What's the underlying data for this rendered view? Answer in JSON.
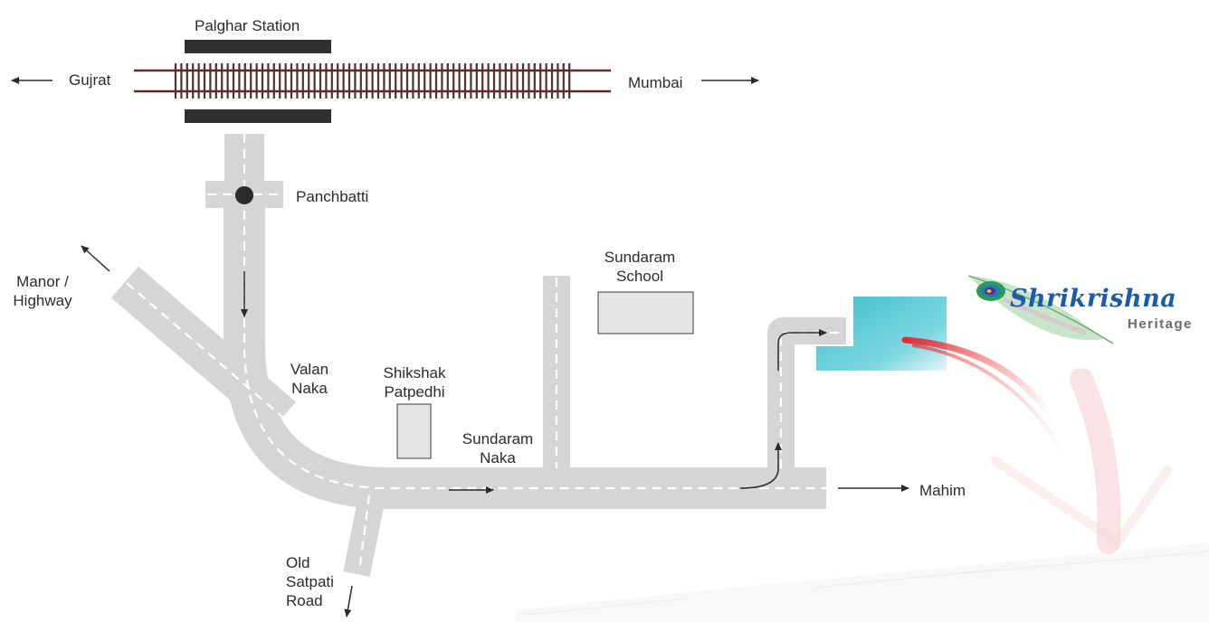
{
  "labels": {
    "station": "Palghar Station",
    "gujrat": "Gujrat",
    "mumbai": "Mumbai",
    "panchbatti": "Panchbatti",
    "manor_line1": "Manor /",
    "manor_line2": "Highway",
    "valan_line1": "Valan",
    "valan_line2": "Naka",
    "shikshak_line1": "Shikshak",
    "shikshak_line2": "Patpedhi",
    "sundaram_naka_line1": "Sundaram",
    "sundaram_naka_line2": "Naka",
    "sundaram_school_line1": "Sundaram",
    "sundaram_school_line2": "School",
    "mahim": "Mahim",
    "old_satpati_line1": "Old",
    "old_satpati_line2": "Satpati",
    "old_satpati_line3": "Road"
  },
  "brand": {
    "name": "Shrikrishna",
    "subtitle": "Heritage"
  },
  "colors": {
    "road": "#d4d5d7",
    "road_dash": "#ffffff",
    "rail": "#5a2d2d",
    "platform": "#2f2f2f",
    "building_fill": "#e4e5e7",
    "building_stroke": "#3c3c3c",
    "site": "#4cc3d0",
    "pointer": "#e8242a",
    "text": "#2b2b2b"
  }
}
